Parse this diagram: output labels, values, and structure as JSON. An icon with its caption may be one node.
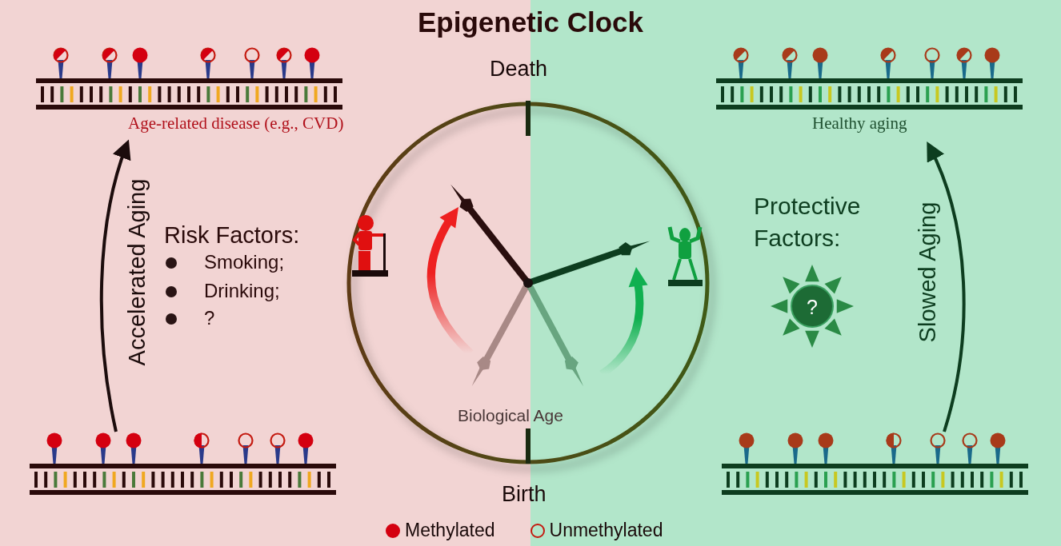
{
  "diagram": {
    "title": "Epigenetic Clock",
    "nodes": [
      {
        "text": [],
        "shape": "picture"
      },
      {
        "text": [],
        "shape": "picture",
        "beside": [
          "Age-related disease (e.g., CVD)"
        ]
      },
      {
        "text": [],
        "shape": "picture"
      },
      {
        "text": [],
        "shape": "picture",
        "beside": [
          "Healthy aging"
        ]
      }
    ],
    "edges": [
      {
        "from": 0,
        "to": 1,
        "arrow": "to",
        "label": "Accelerated Aging",
        "color": "#1c0c0c"
      },
      {
        "from": 2,
        "to": 3,
        "arrow": "to",
        "label": "Slowed Aging",
        "color": "#0d3d1f"
      }
    ],
    "labels": [
      "Death",
      "Risk Factors:",
      "Smoking;",
      "Drinking;",
      "?",
      "Protective Factors:",
      "?",
      "Biological Age",
      "Birth"
    ],
    "legend": [
      {
        "text": "Methylated",
        "color": "#d40010"
      },
      {
        "text": "Unmethylated"
      }
    ]
  }
}
